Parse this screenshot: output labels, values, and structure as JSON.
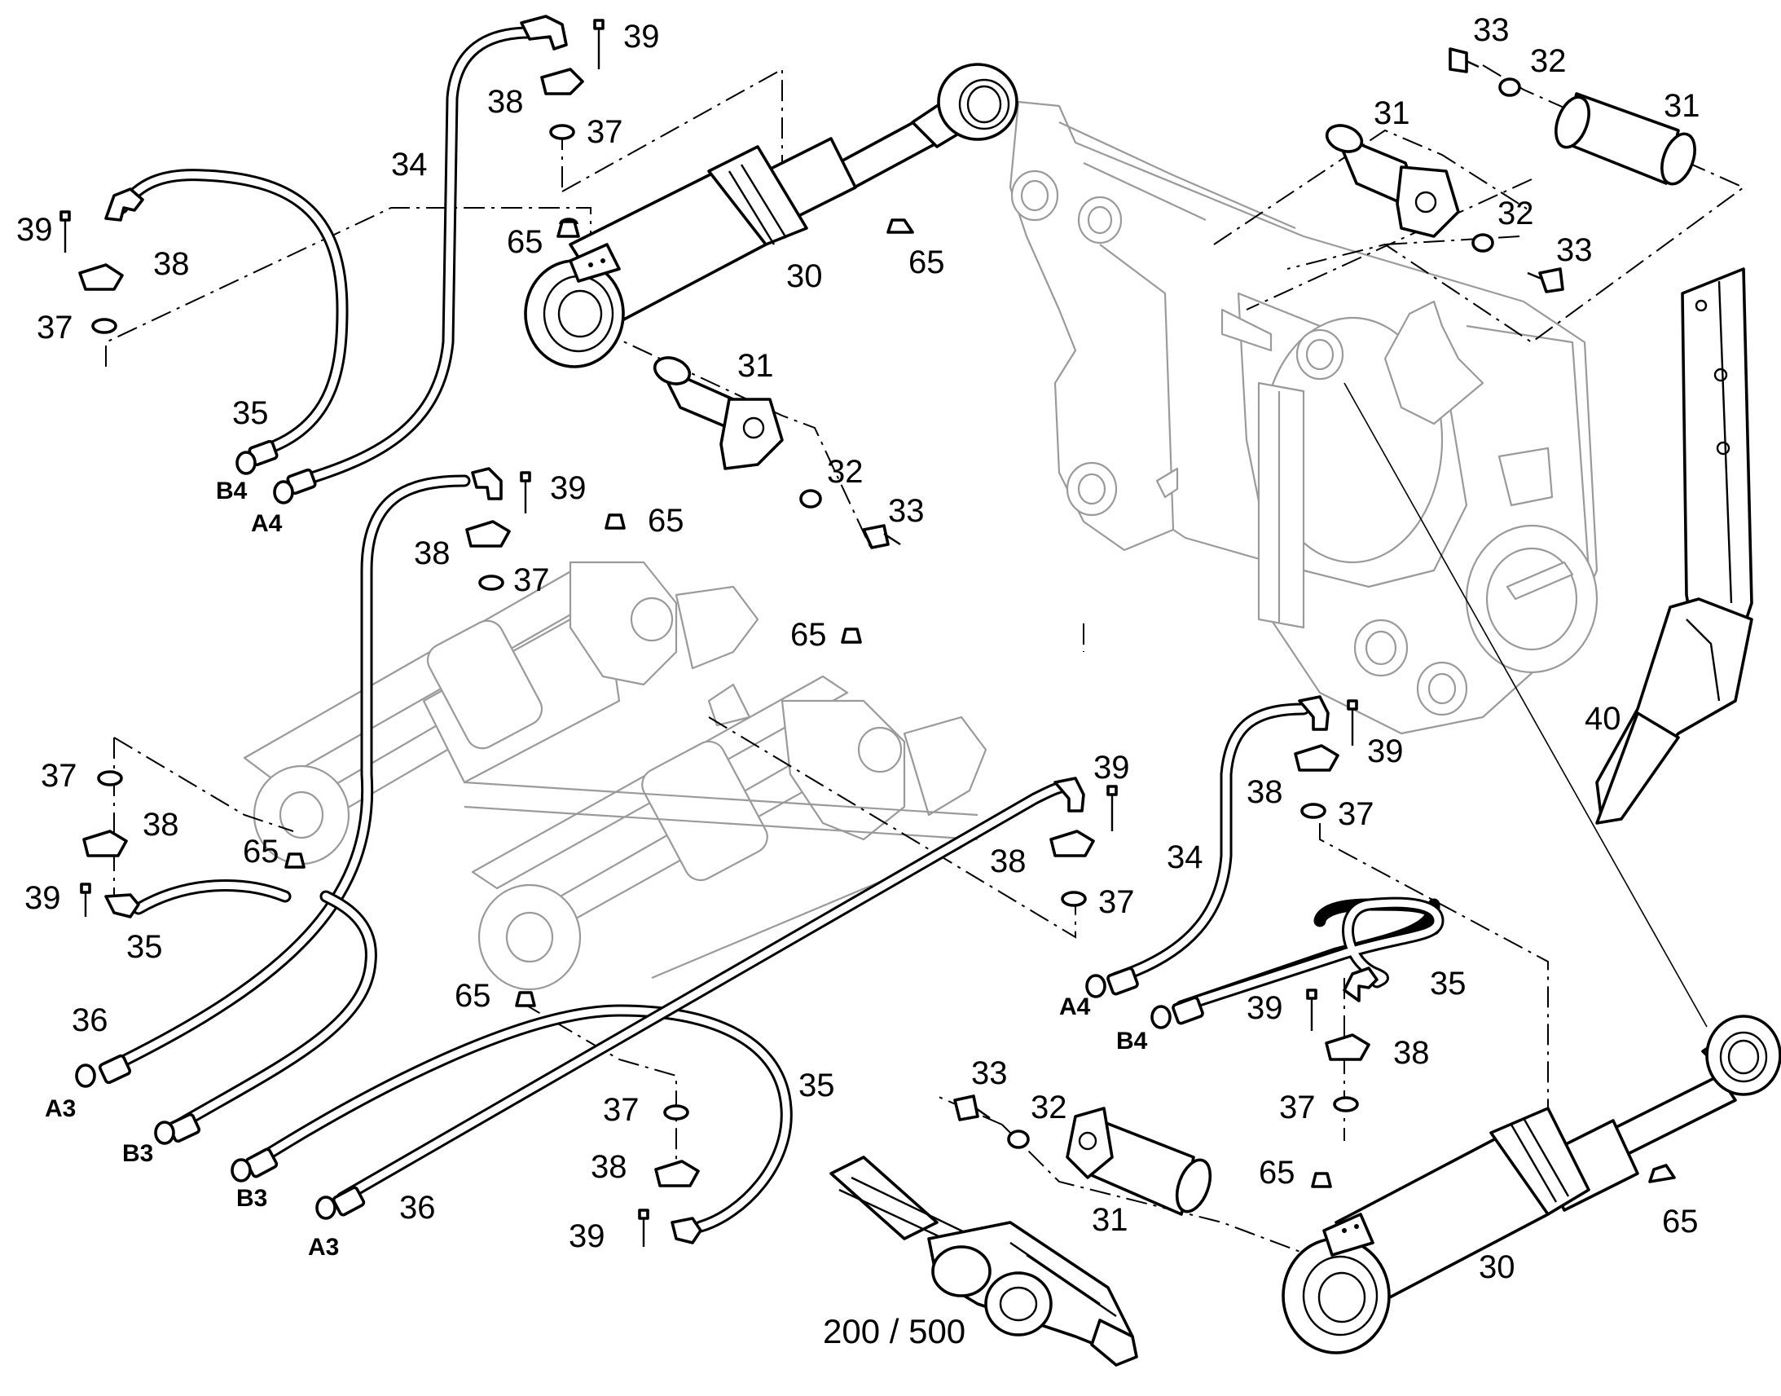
{
  "diagram": {
    "callouts": {
      "c30a": "30",
      "c30b": "30",
      "c31a": "31",
      "c31b": "31",
      "c31c": "31",
      "c31d": "31",
      "c32a": "32",
      "c32b": "32",
      "c32c": "32",
      "c32d": "32",
      "c33a": "33",
      "c33b": "33",
      "c33c": "33",
      "c33d": "33",
      "c34a": "34",
      "c34b": "34",
      "c35a": "35",
      "c35b": "35",
      "c35c": "35",
      "c35d": "35",
      "c36a": "36",
      "c36b": "36",
      "c37a": "37",
      "c37b": "37",
      "c37c": "37",
      "c37d": "37",
      "c37e": "37",
      "c37f": "37",
      "c37g": "37",
      "c38a": "38",
      "c38b": "38",
      "c38c": "38",
      "c38d": "38",
      "c38e": "38",
      "c38f": "38",
      "c38g": "38",
      "c39a": "39",
      "c39b": "39",
      "c39c": "39",
      "c39d": "39",
      "c39e": "39",
      "c39f": "39",
      "c39g": "39",
      "c40": "40",
      "c65a": "65",
      "c65b": "65",
      "c65c": "65",
      "c65d": "65",
      "c65e": "65",
      "c65f": "65",
      "c65g": "65",
      "c65h": "65"
    },
    "ports": {
      "p1": "B4",
      "p2": "A4",
      "p3": "A3",
      "p4": "B3",
      "p5": "B3",
      "p6": "A3",
      "p7": "A4",
      "p8": "B4"
    },
    "reference": "200 / 500"
  }
}
